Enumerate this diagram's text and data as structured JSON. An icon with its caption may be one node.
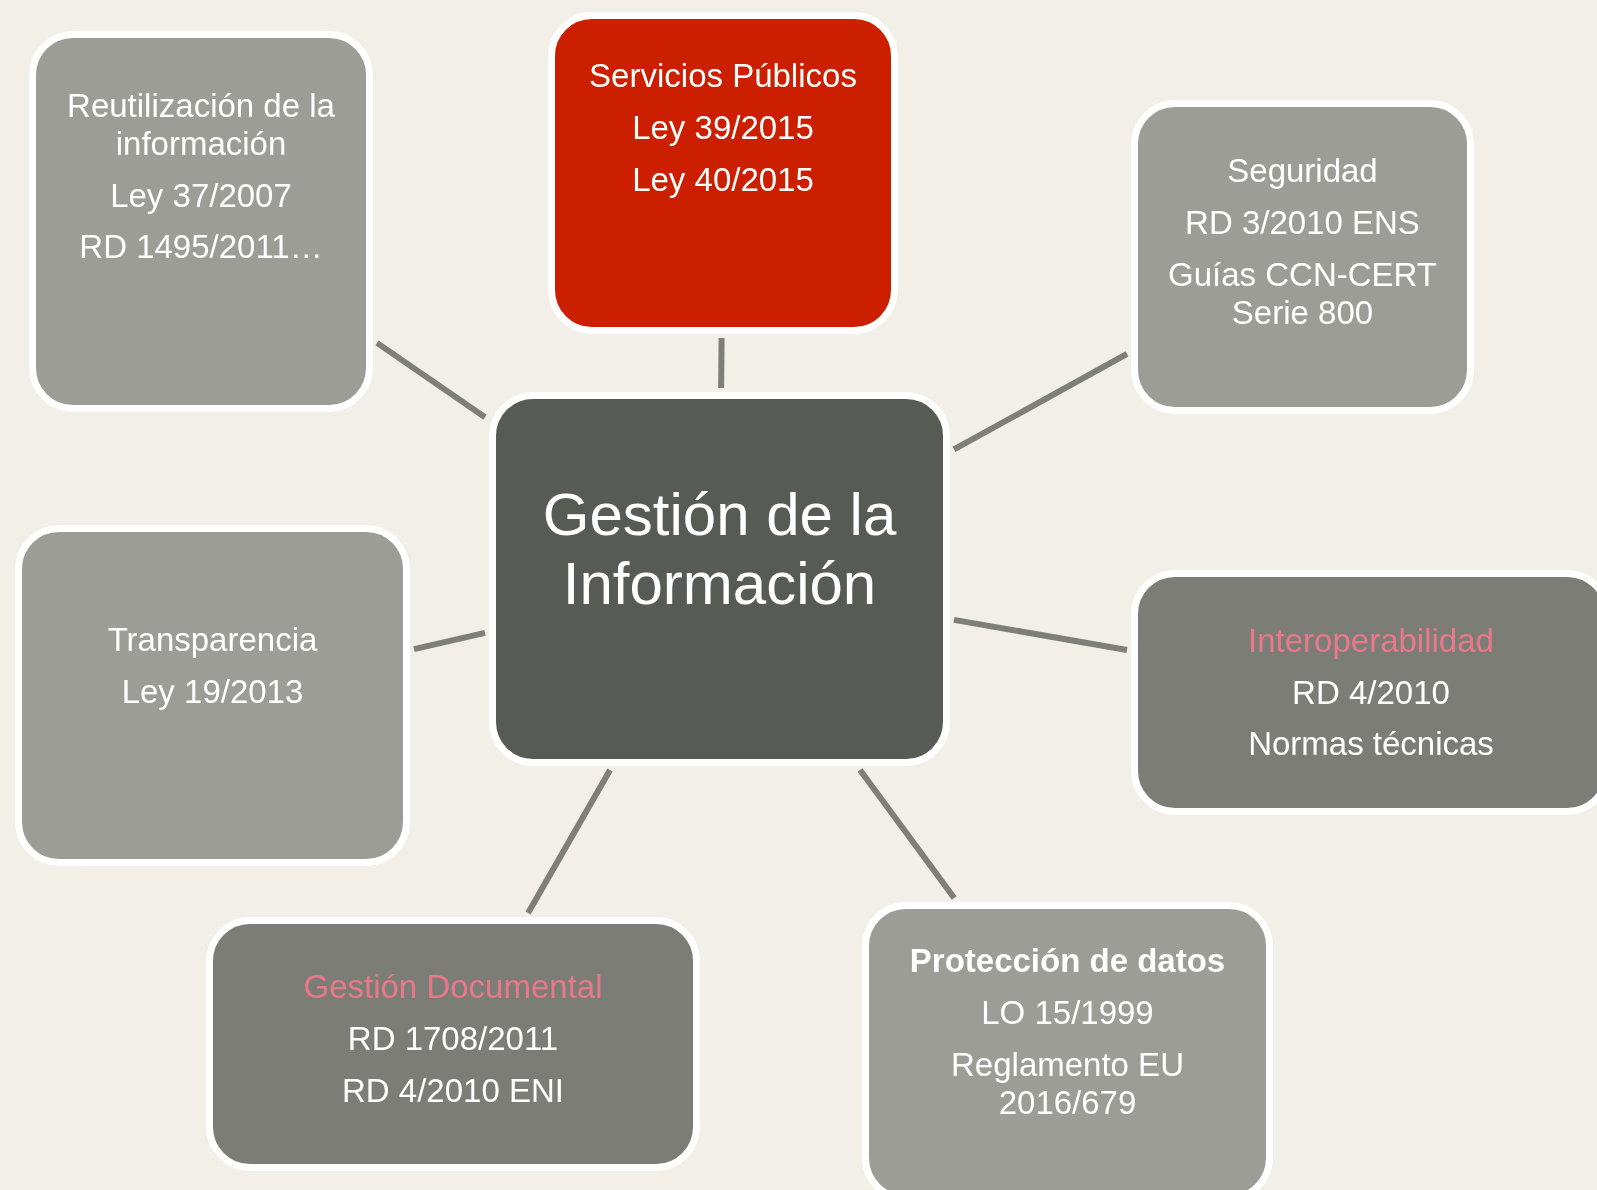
{
  "diagram": {
    "nodes": [
      {
        "text": [
          "Reutilización de la información",
          "Ley 37/2007",
          "RD 1495/2011…"
        ]
      },
      {
        "text": [
          "Servicios Públicos",
          "Ley 39/2015",
          "Ley 40/2015"
        ]
      },
      {
        "text": [
          "Seguridad",
          "RD  3/2010 ENS",
          "Guías CCN-CERT Serie 800"
        ]
      },
      {
        "text": [
          "Gestión de la Información"
        ]
      },
      {
        "text": [
          "Transparencia",
          "Ley 19/2013"
        ]
      },
      {
        "text": [
          "Interoperabilidad",
          "RD 4/2010",
          "Normas técnicas"
        ]
      },
      {
        "text": [
          "Gestión Documental",
          "RD 1708/2011",
          "RD 4/2010 ENI"
        ]
      },
      {
        "text": [
          "Protección de datos",
          "LO 15/1999",
          "Reglamento EU 2016/679"
        ]
      }
    ],
    "edges": [
      {
        "from": 3,
        "to": 0,
        "arrow": "none"
      },
      {
        "from": 3,
        "to": 1,
        "arrow": "none"
      },
      {
        "from": 3,
        "to": 2,
        "arrow": "none"
      },
      {
        "from": 3,
        "to": 4,
        "arrow": "none"
      },
      {
        "from": 3,
        "to": 5,
        "arrow": "none"
      },
      {
        "from": 3,
        "to": 6,
        "arrow": "none"
      },
      {
        "from": 3,
        "to": 7,
        "arrow": "none"
      }
    ]
  }
}
